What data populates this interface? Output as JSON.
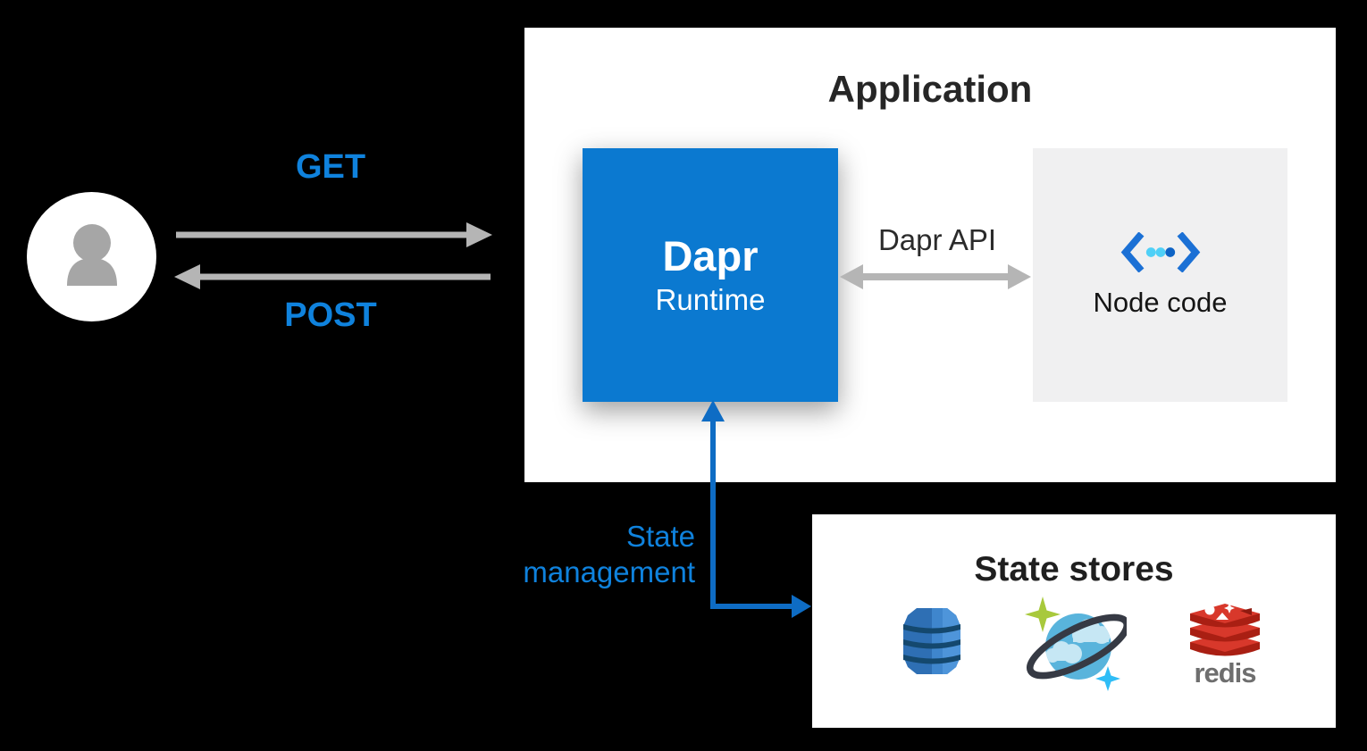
{
  "actor": {
    "icon": "person-icon"
  },
  "http": {
    "get_label": "GET",
    "post_label": "POST"
  },
  "application": {
    "title": "Application",
    "dapr": {
      "name": "Dapr",
      "subtitle": "Runtime"
    },
    "api_arrow_label": "Dapr API",
    "node": {
      "label": "Node code",
      "icon": "code-icon"
    }
  },
  "state_management": {
    "line1": "State",
    "line2": "management"
  },
  "state_stores": {
    "title": "State stores",
    "items": [
      {
        "icon": "dynamodb-icon"
      },
      {
        "icon": "cosmos-db-icon"
      },
      {
        "icon": "redis-icon",
        "wordmark": "redis"
      }
    ]
  },
  "colors": {
    "background": "#000000",
    "accent_blue": "#0f82dd",
    "dapr_box_blue": "#0b79d0",
    "arrow_gray": "#b5b5b5",
    "connector_blue": "#0e6cc4",
    "panel_white": "#ffffff",
    "node_panel_gray": "#f0f0f1",
    "redis_red": "#d8382b",
    "cosmos_planet_blue": "#59b4dc",
    "dynamodb_blue": "#2e6fb4"
  }
}
